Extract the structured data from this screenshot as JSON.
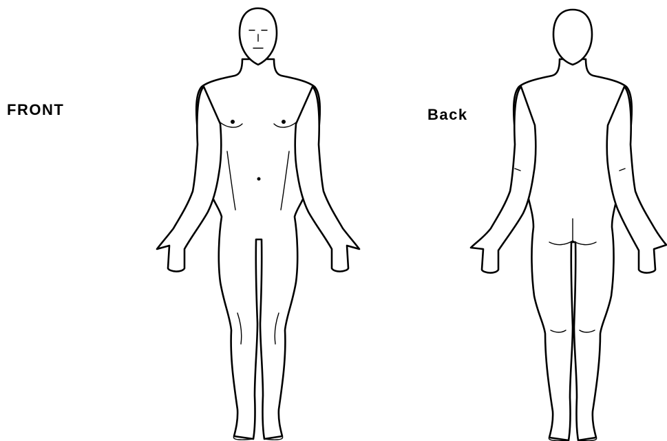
{
  "labels": {
    "front": "FRONT",
    "back": "Back"
  },
  "figures": [
    {
      "view": "front",
      "icon": "human-body-front-icon"
    },
    {
      "view": "back",
      "icon": "human-body-back-icon"
    }
  ],
  "colors": {
    "background": "#ffffff",
    "outline": "#000000"
  }
}
